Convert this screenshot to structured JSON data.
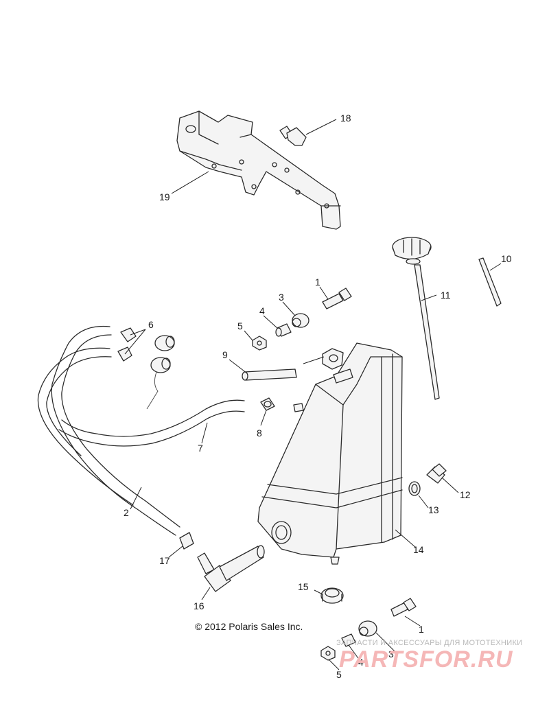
{
  "diagram": {
    "copyright": "© 2012 Polaris Sales Inc.",
    "callouts": {
      "c1a": "1",
      "c1b": "1",
      "c2": "2",
      "c3a": "3",
      "c3b": "3",
      "c4a": "4",
      "c4b": "4",
      "c5a": "5",
      "c5b": "5",
      "c6": "6",
      "c7": "7",
      "c8": "8",
      "c9": "9",
      "c10": "10",
      "c11": "11",
      "c12": "12",
      "c13": "13",
      "c14": "14",
      "c15": "15",
      "c16": "16",
      "c17": "17",
      "c18": "18",
      "c19": "19"
    }
  },
  "watermark": {
    "tagline": "ЗАПЧАСТИ И АКСЕССУАРЫ ДЛЯ МОТОТЕХНИКИ",
    "brand": "PARTSFOR.RU"
  }
}
